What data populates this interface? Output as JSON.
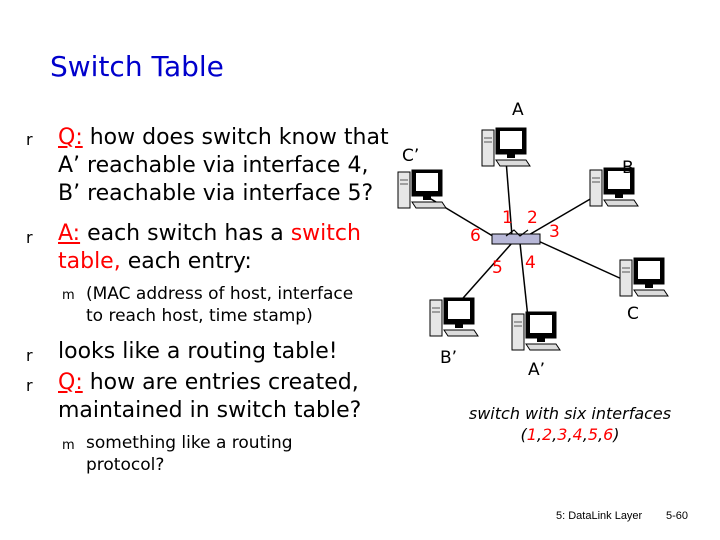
{
  "slide": {
    "title": "Switch Table",
    "bullet_marker": "r",
    "sub_marker": "m",
    "b1": {
      "q_label": "Q:",
      "line1": " how does switch know that",
      "line2": "A’ reachable via interface 4,",
      "line3": "B’ reachable via interface 5?"
    },
    "b2": {
      "a_label": "A:",
      "pre": "  each switch has a ",
      "red_text": "switch",
      "line2_red": "table,",
      "line2_rest": " each entry:"
    },
    "sub1": {
      "line1": "(MAC address of host, interface",
      "line2": "to reach host, time stamp)"
    },
    "b3": {
      "line1": "looks like a routing table!"
    },
    "b4": {
      "q_label": "Q:",
      "line1": " how are entries created,",
      "line2": "maintained in switch table?"
    },
    "sub2": {
      "line1": "something like a routing",
      "line2": "protocol?"
    }
  },
  "diagram": {
    "hosts": {
      "A": "A",
      "B": "B",
      "C": "C",
      "A_prime": "A’",
      "B_prime": "B’",
      "C_prime": "C’"
    },
    "interfaces": {
      "i1": "1",
      "i2": "2",
      "i3": "3",
      "i4": "4",
      "i5": "5",
      "i6": "6"
    },
    "caption_line1": "switch with six interfaces",
    "caption_open": "(",
    "caption_nums": [
      "1",
      "2",
      "3",
      "4",
      "5",
      "6"
    ],
    "caption_close": ")"
  },
  "footer": {
    "chapter": "5: DataLink Layer",
    "page": "5-60"
  },
  "colors": {
    "title": "#0000cc",
    "highlight": "#ff0000",
    "link": "#000000",
    "monitor": "#000000",
    "screen": "#ffffff",
    "case": "#e6e6e6"
  }
}
